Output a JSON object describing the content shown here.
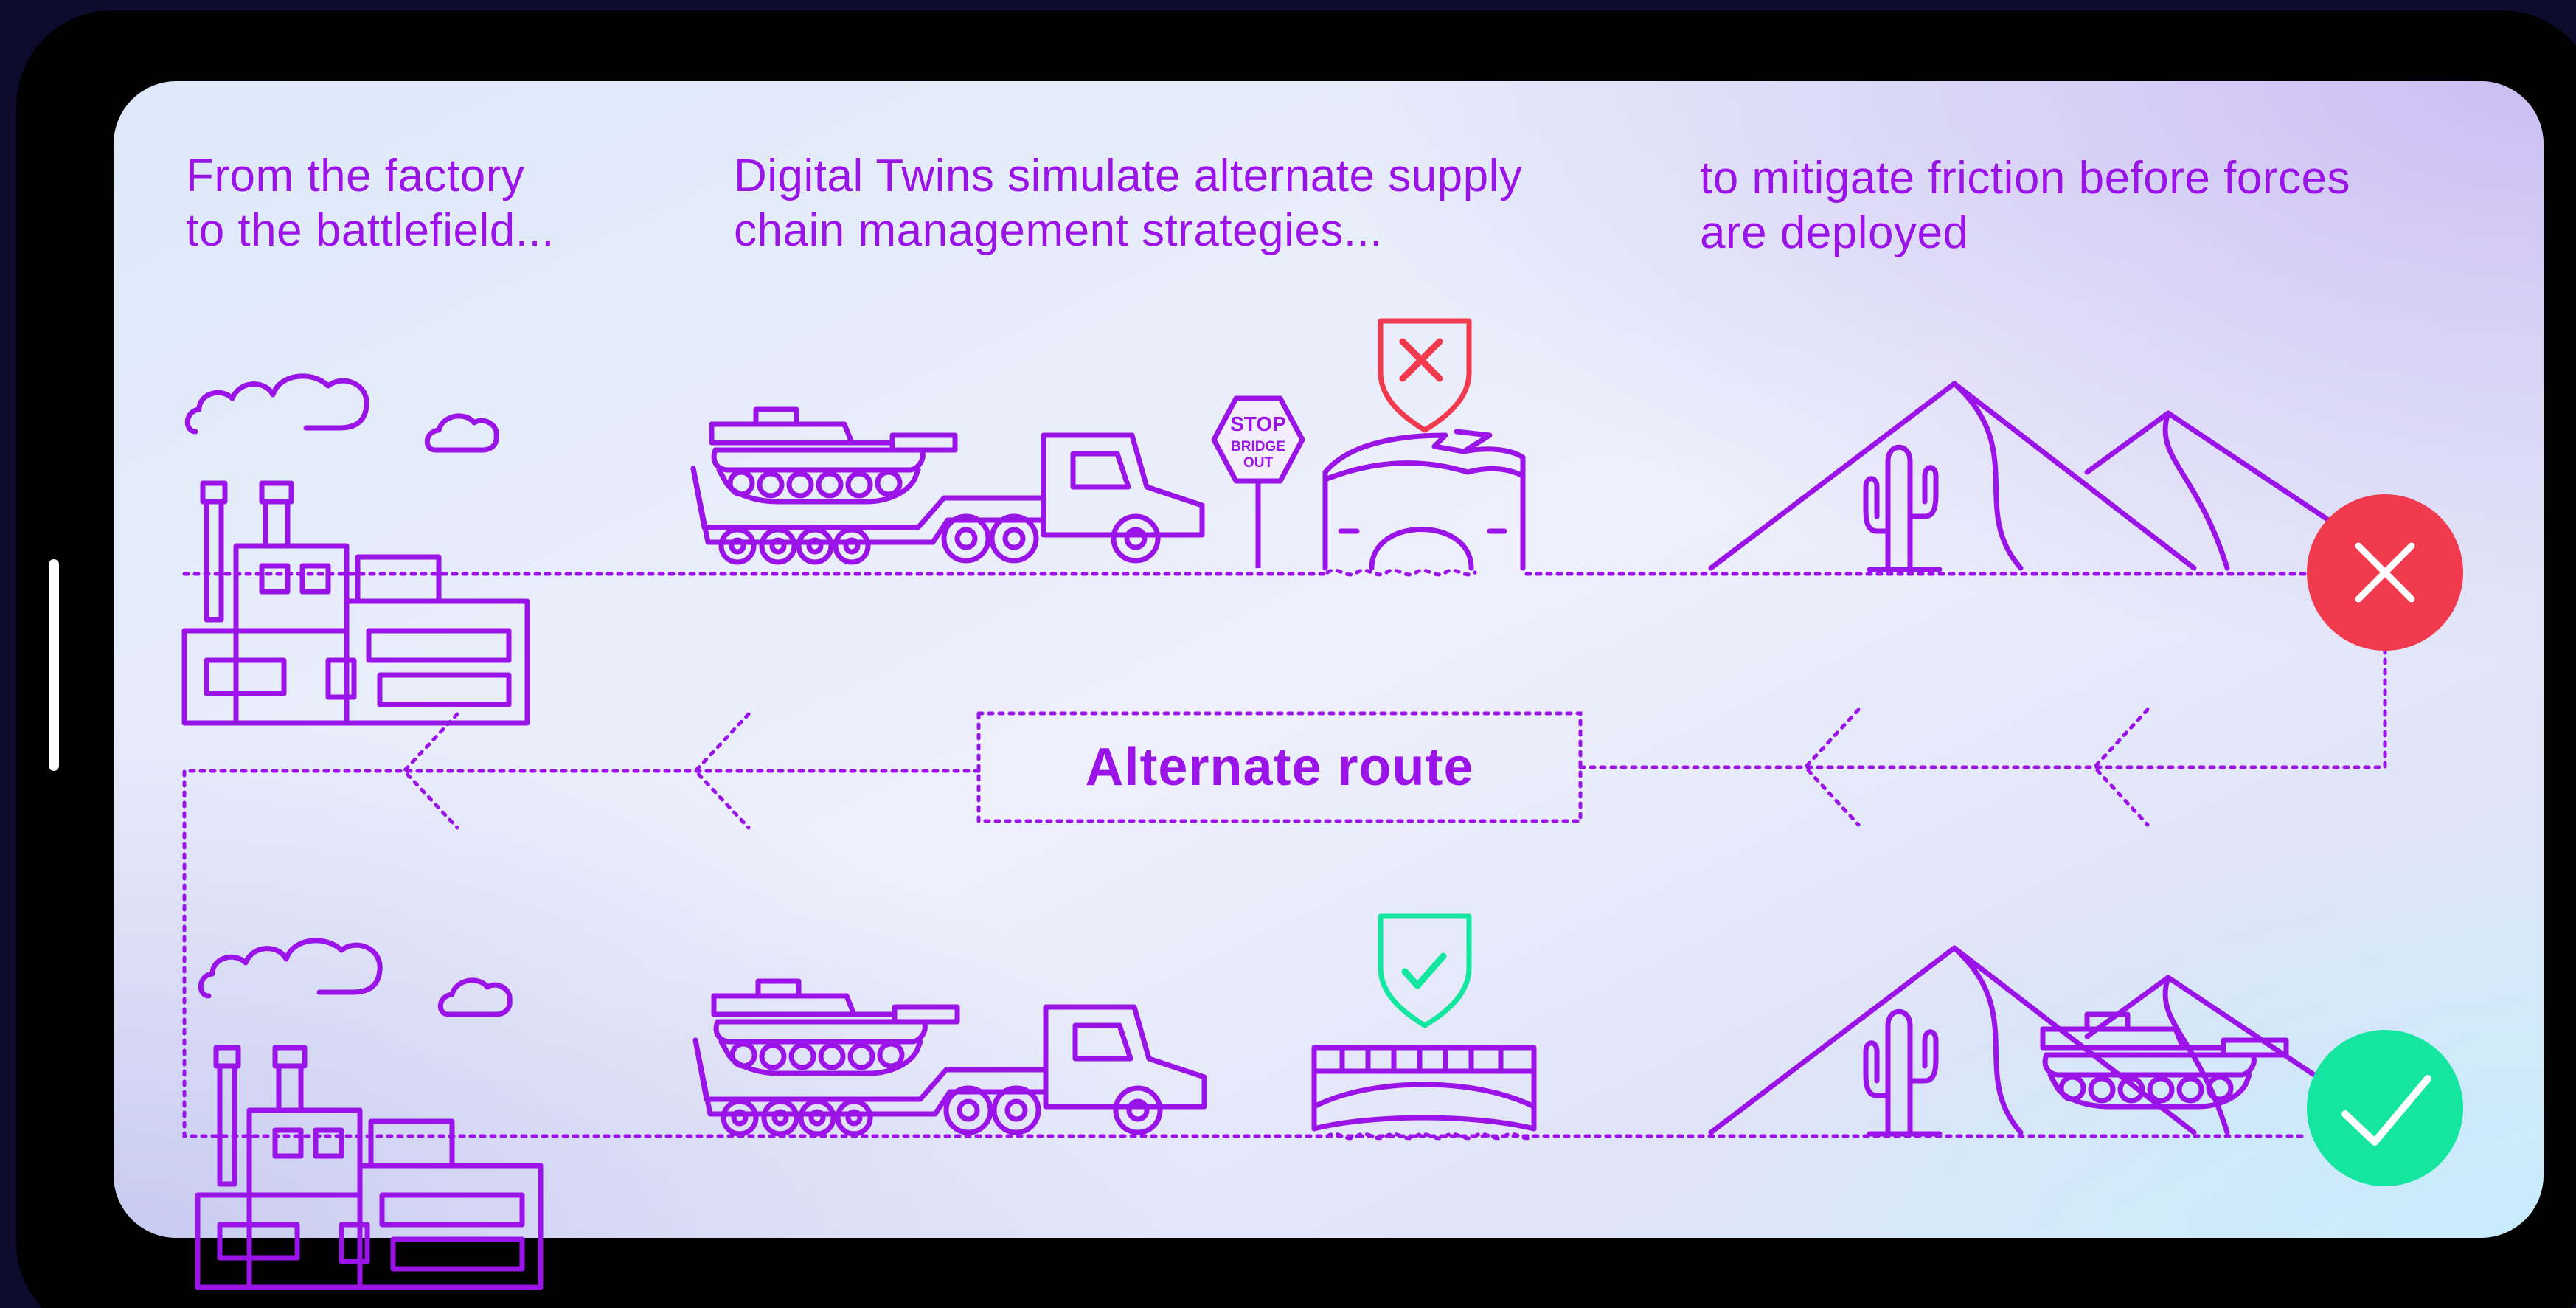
{
  "captions": {
    "left": [
      "From the factory",
      "to the battlefield..."
    ],
    "middle": [
      "Digital Twins simulate alternate supply",
      "chain management strategies..."
    ],
    "right": [
      "to mitigate friction before forces",
      "are deployed"
    ]
  },
  "stop_sign": {
    "line1": "STOP",
    "line2": "BRIDGE",
    "line3": "OUT"
  },
  "route_label": "Alternate route",
  "colors": {
    "accent": "#9a14e8",
    "fail": "#f23a4e",
    "success": "#14e6a0",
    "bezel": "#000000",
    "background": "#0d0b2e"
  },
  "icons": {
    "factory": "factory-icon",
    "tank_transporter": "tank-transporter-icon",
    "stop_sign": "stop-sign-icon",
    "broken_bridge": "broken-bridge-icon",
    "intact_bridge": "bridge-icon",
    "desert": "desert-mountains-icon",
    "tank": "tank-icon",
    "shield_fail": "shield-x-icon",
    "shield_ok": "shield-check-icon",
    "fail_badge": "x-circle-icon",
    "success_badge": "check-circle-icon",
    "route_arrow": "chevron-left-icon"
  }
}
